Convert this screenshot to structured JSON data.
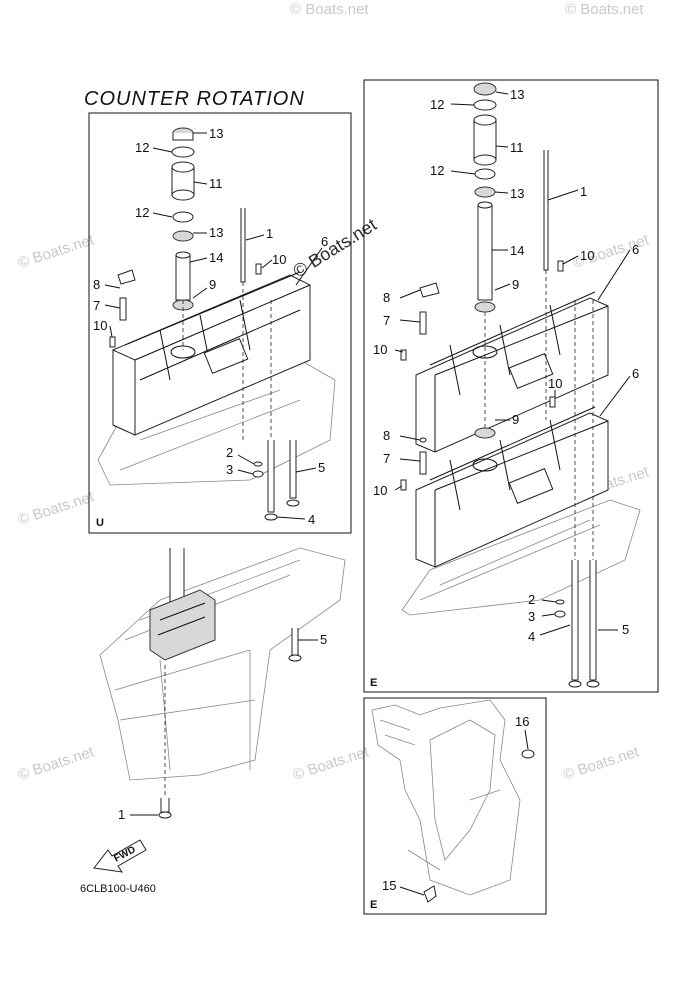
{
  "title": "COUNTER ROTATION",
  "diagram_code": "6CLB100-U460",
  "fwd_label": "FWD",
  "watermark": "© Boats.net",
  "panels": {
    "left": {
      "tag": "U"
    },
    "right": {
      "tag": "E"
    },
    "bottom_right": {
      "tag": "E"
    }
  },
  "callouts": {
    "left": {
      "c13a": "13",
      "c12a": "12",
      "c11": "11",
      "c12b": "12",
      "c13b": "13",
      "c14": "14",
      "c1": "1",
      "c10a": "10",
      "c6": "6",
      "c8": "8",
      "c7": "7",
      "c9": "9",
      "c10b": "10",
      "c2": "2",
      "c3": "3",
      "c5": "5",
      "c4": "4"
    },
    "right": {
      "c13a": "13",
      "c12a": "12",
      "c11": "11",
      "c12b": "12",
      "c13b": "13",
      "c1": "1",
      "c14": "14",
      "c10a": "10",
      "c6a": "6",
      "c8a": "8",
      "c9a": "9",
      "c7a": "7",
      "c10b": "10",
      "c10c": "10",
      "c6b": "6",
      "c9b": "9",
      "c8b": "8",
      "c7b": "7",
      "c10d": "10",
      "c2": "2",
      "c3": "3",
      "c4": "4",
      "c5": "5"
    },
    "lower_left": {
      "c5": "5",
      "c1": "1"
    },
    "bottom_right": {
      "c16": "16",
      "c15": "15"
    }
  }
}
